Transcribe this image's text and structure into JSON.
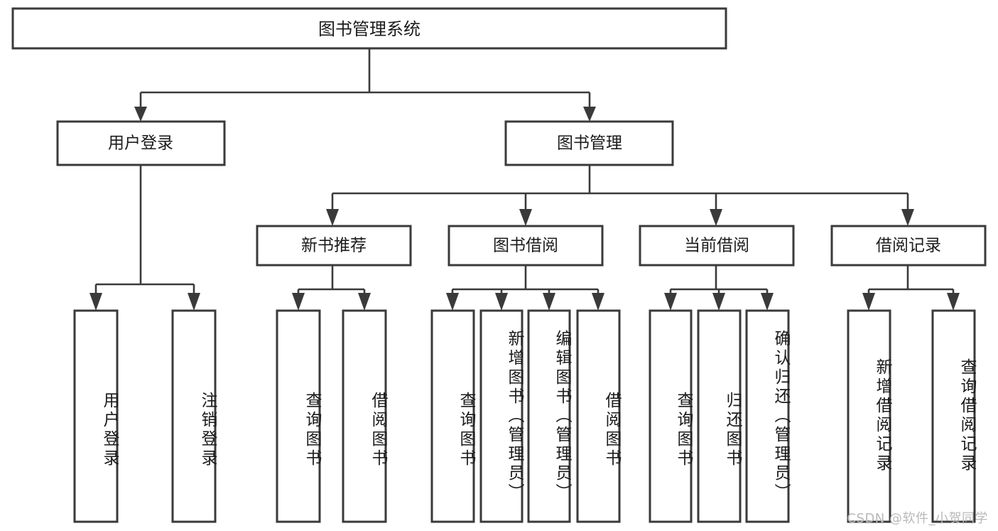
{
  "diagram": {
    "type": "tree",
    "title": "图书管理系统",
    "orientation": "top-down",
    "colors": {
      "box_stroke": "#3a3a3a",
      "box_fill": "#ffffff",
      "connector": "#3a3a3a",
      "text": "#1b1b1b",
      "background": "#ffffff",
      "watermark": "#b9b9b9"
    },
    "root": {
      "label": "图书管理系统"
    },
    "level2": [
      {
        "label": "用户登录"
      },
      {
        "label": "图书管理"
      }
    ],
    "level3": [
      {
        "label": "新书推荐"
      },
      {
        "label": "图书借阅"
      },
      {
        "label": "当前借阅"
      },
      {
        "label": "借阅记录"
      }
    ],
    "leaves": {
      "user_login": [
        {
          "label": "用户登录"
        },
        {
          "label": "注销登录"
        }
      ],
      "new_book_recommend": [
        {
          "label": "查询图书"
        },
        {
          "label": "借阅图书"
        }
      ],
      "book_borrow": [
        {
          "label": "查询图书"
        },
        {
          "label": "新增图书（管理员）"
        },
        {
          "label": "编辑图书（管理员）"
        },
        {
          "label": "借阅图书"
        }
      ],
      "current_borrow": [
        {
          "label": "查询图书"
        },
        {
          "label": "归还图书"
        },
        {
          "label": "确认归还（管理员）"
        }
      ],
      "borrow_records": [
        {
          "label": "新增借阅记录"
        },
        {
          "label": "查询借阅记录"
        }
      ]
    },
    "watermark": "CSDN @软件_小贺同学"
  }
}
